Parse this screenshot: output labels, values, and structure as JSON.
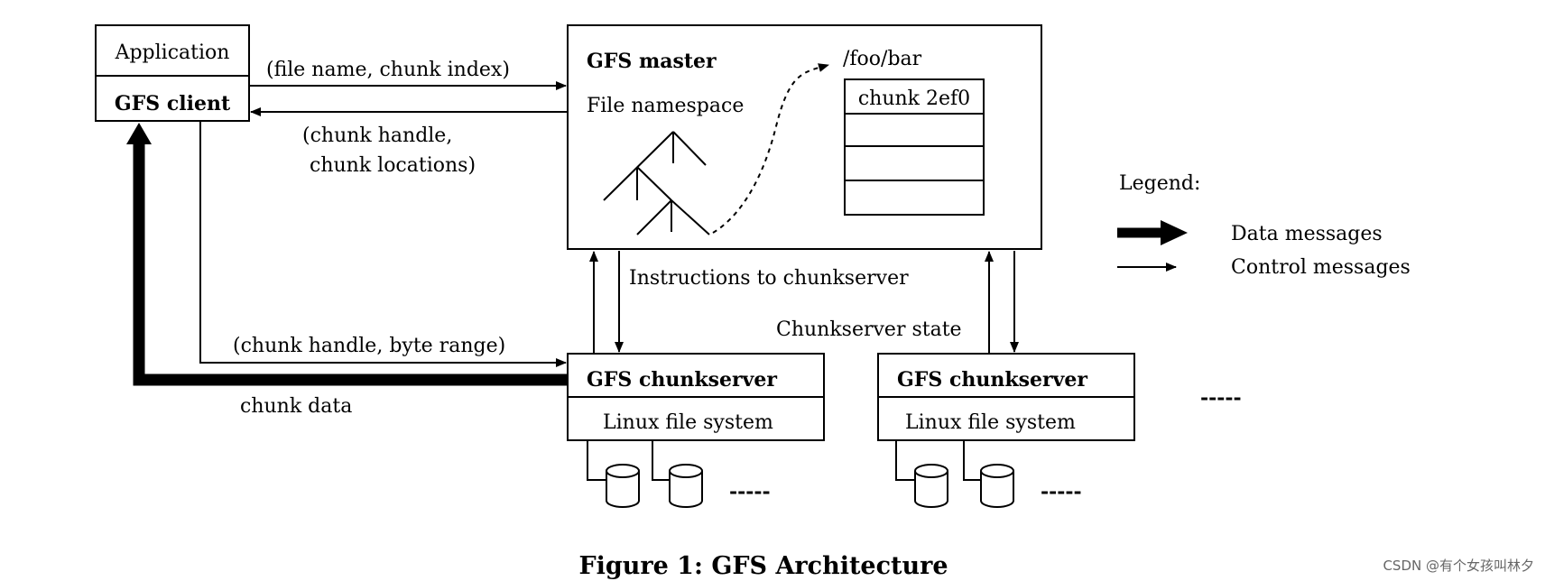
{
  "client": {
    "app_label": "Application",
    "client_label": "GFS client"
  },
  "master": {
    "title": "GFS master",
    "namespace_label": "File namespace",
    "path": "/foo/bar",
    "chunk_label": "chunk 2ef0"
  },
  "messages": {
    "request": "(file name, chunk index)",
    "reply_line1": "(chunk handle,",
    "reply_line2": "chunk locations)",
    "instructions": "Instructions to chunkserver",
    "state": "Chunkserver state",
    "read_request": "(chunk handle, byte range)",
    "chunk_data": "chunk data"
  },
  "chunkservers": [
    {
      "title": "GFS chunkserver",
      "fs_label": "Linux file system",
      "more": "-----"
    },
    {
      "title": "GFS chunkserver",
      "fs_label": "Linux file system",
      "more": "-----"
    }
  ],
  "more_servers": "-----",
  "legend": {
    "title": "Legend:",
    "data_label": "Data messages",
    "control_label": "Control messages"
  },
  "caption": "Figure 1: GFS Architecture",
  "watermark": "CSDN @有个女孩叫林夕"
}
